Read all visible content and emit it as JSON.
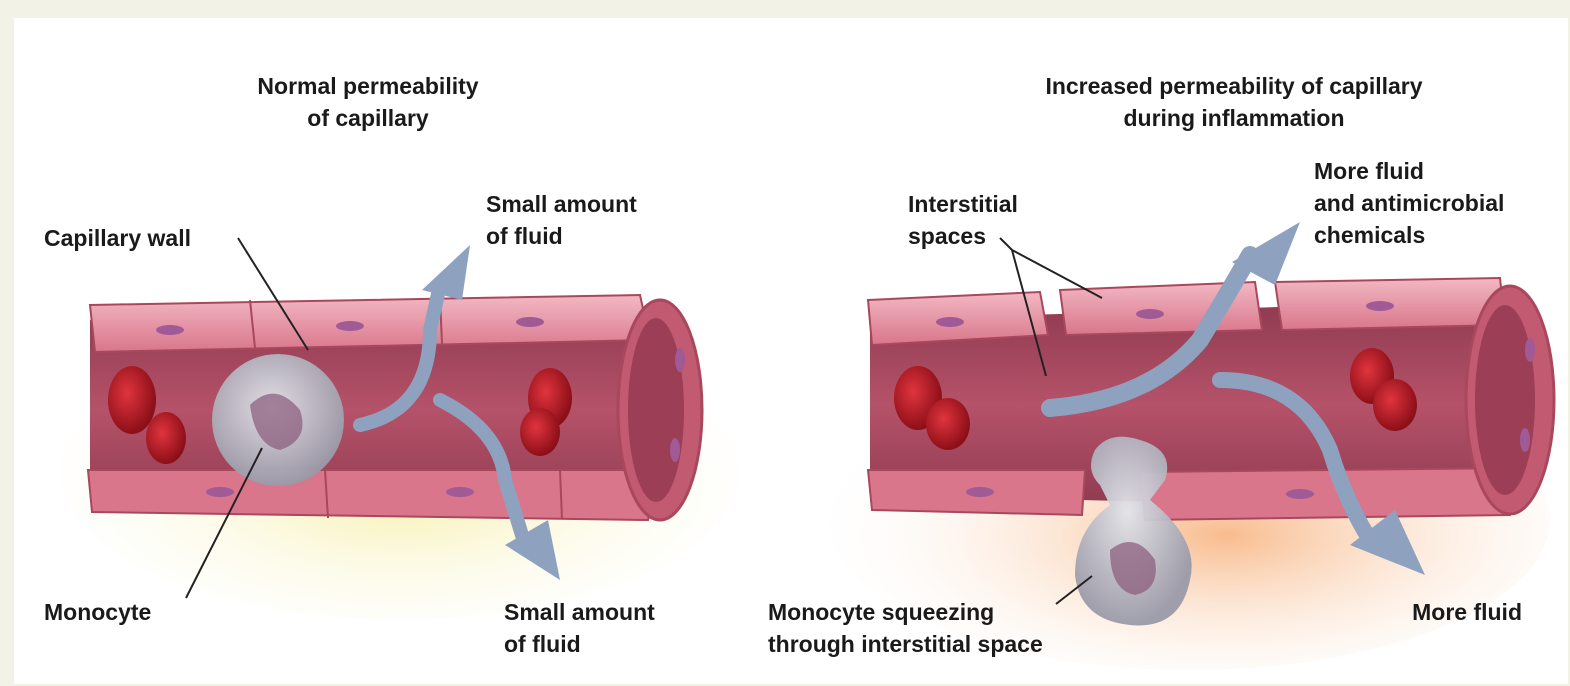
{
  "panels": {
    "normal": {
      "title": "Normal permeability\nof capillary",
      "labels": {
        "capillary_wall": "Capillary wall",
        "fluid_top": "Small amount\nof fluid",
        "monocyte": "Monocyte",
        "fluid_bottom": "Small amount\nof fluid"
      }
    },
    "inflamed": {
      "title": "Increased permeability of capillary\nduring inflammation",
      "labels": {
        "interstitial_spaces": "Interstitial\nspaces",
        "more_fluid_chemicals": "More fluid\nand antimicrobial\nchemicals",
        "monocyte_squeezing": "Monocyte squeezing\nthrough interstitial space",
        "more_fluid": "More fluid"
      }
    }
  },
  "colors": {
    "vessel_wall": "#d9768b",
    "vessel_wall_light": "#f2b8c3",
    "vessel_lumen": "#a8475e",
    "red_blood_cell": "#b3121f",
    "monocyte": "#c9cbd3",
    "fluid_arrow": "#8ea2bf",
    "glow_normal": "#f5ec9a",
    "glow_inflamed": "#f7b07a"
  }
}
